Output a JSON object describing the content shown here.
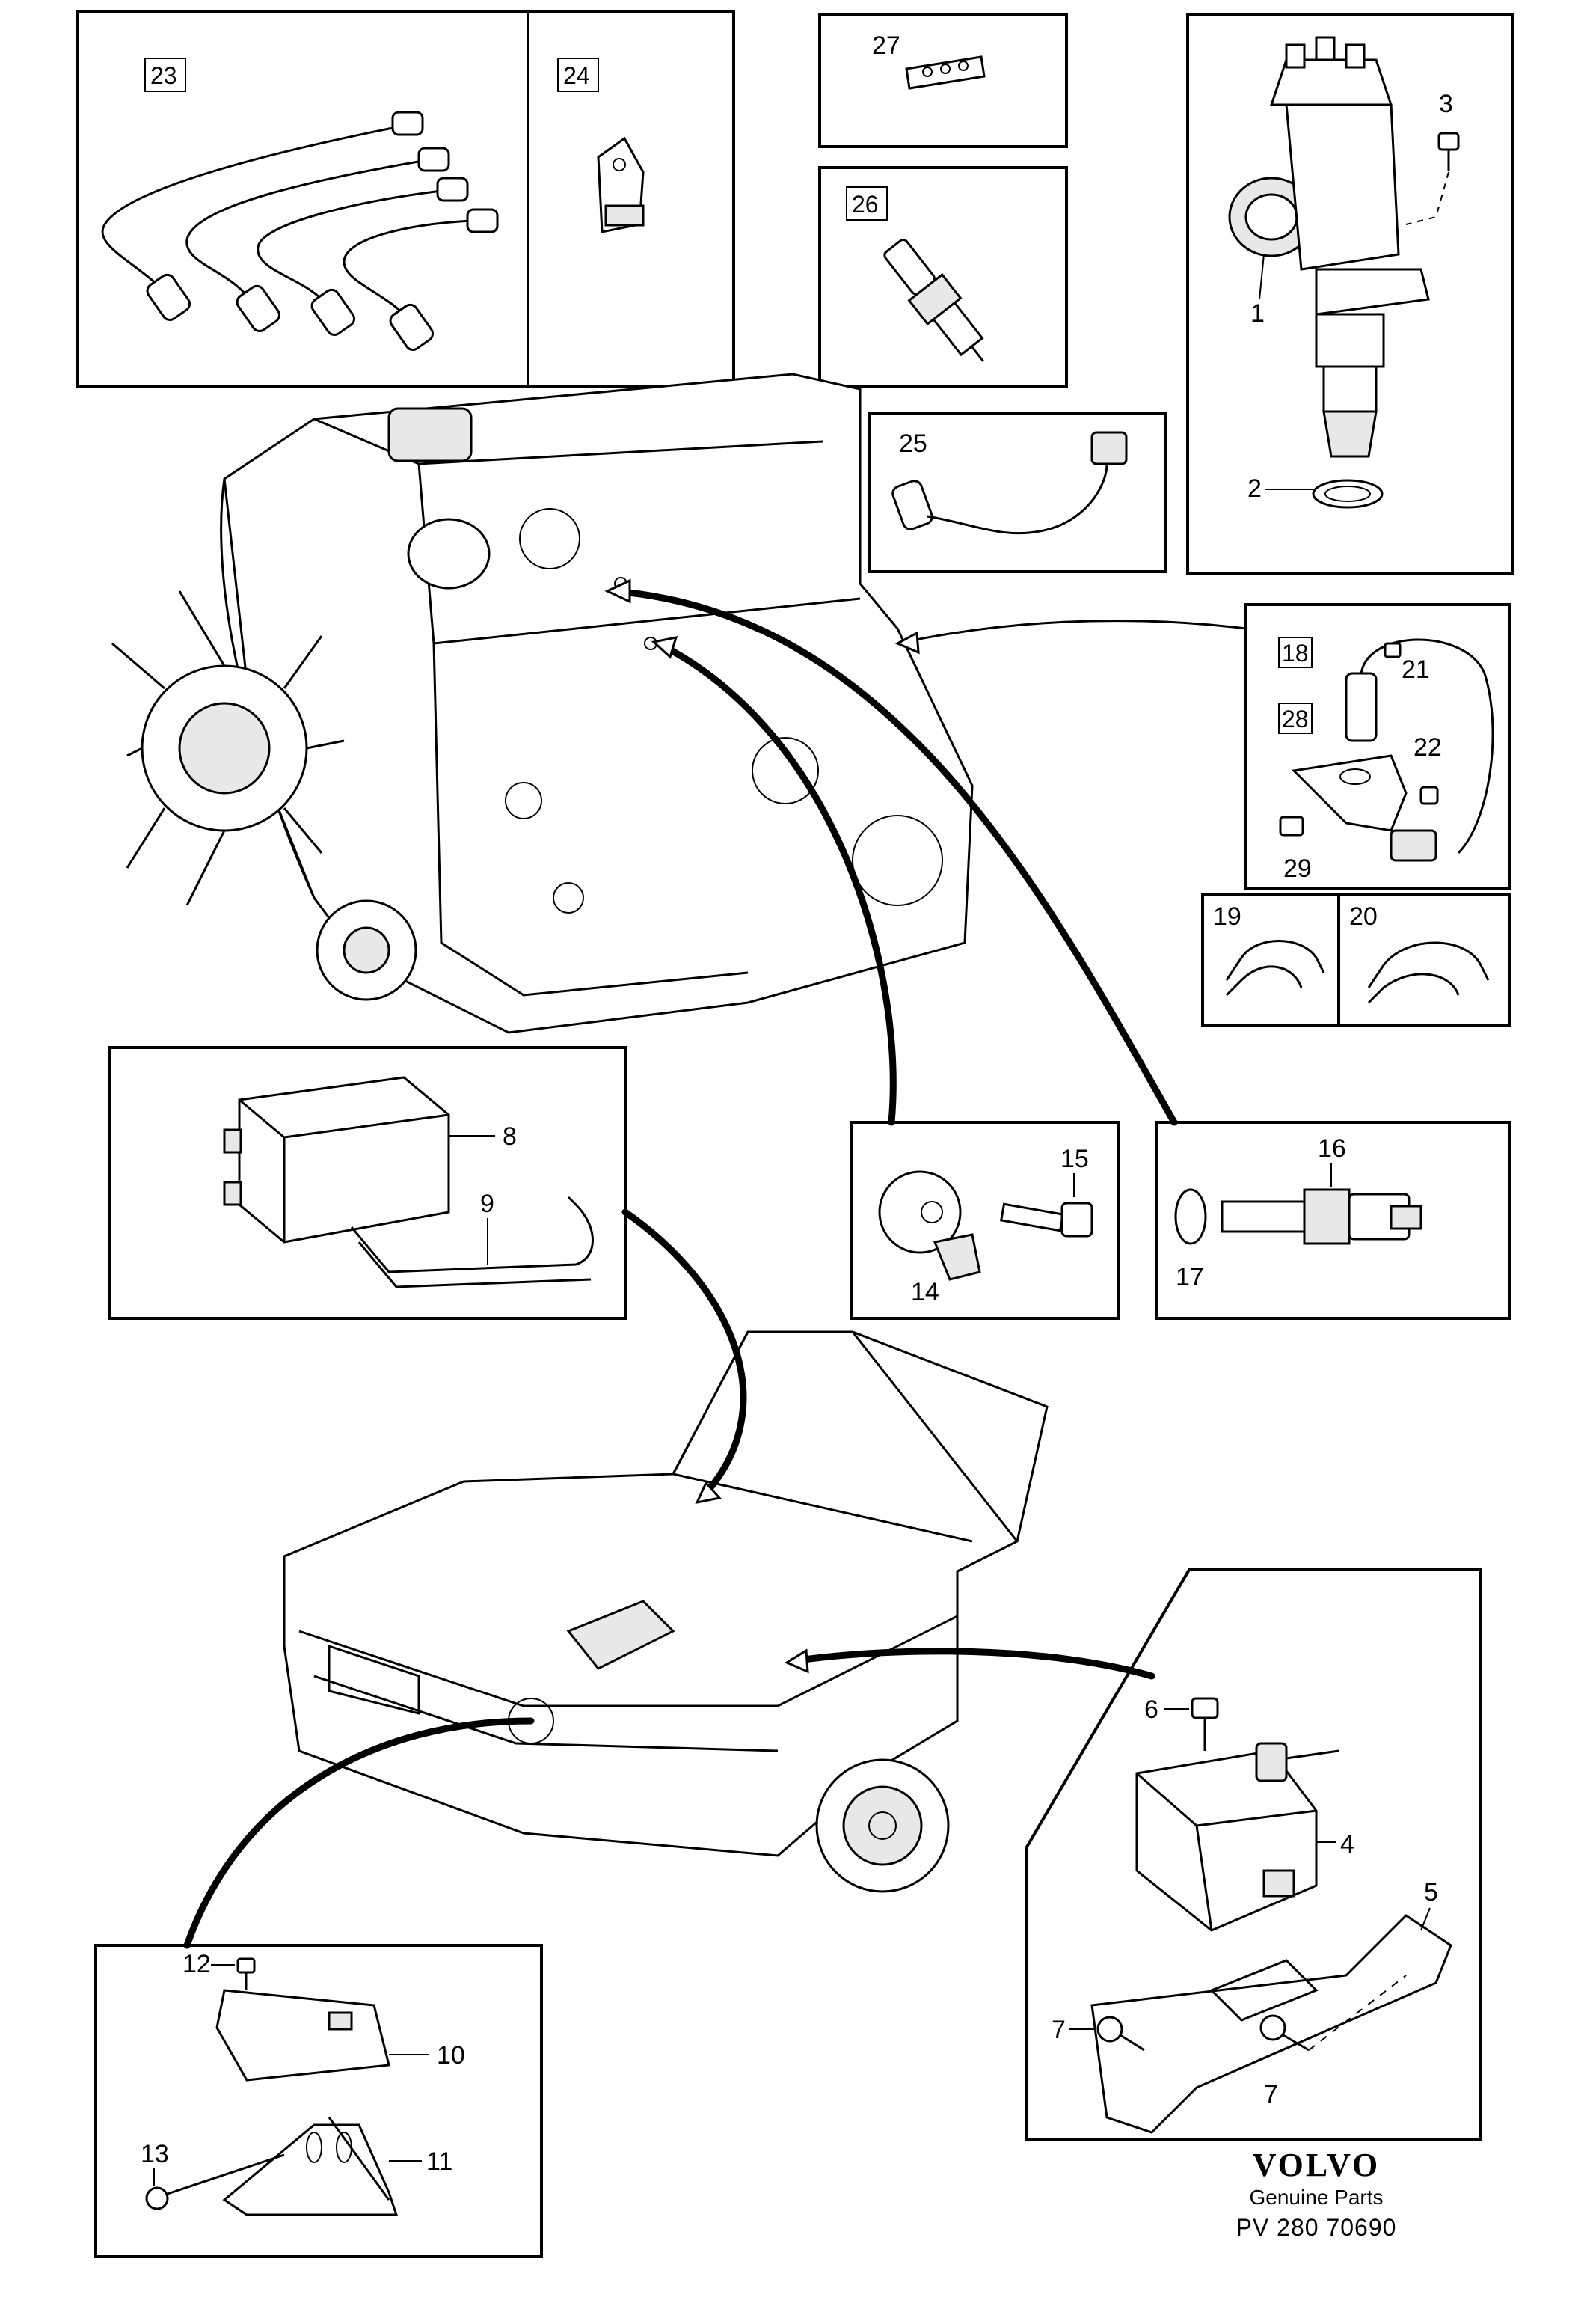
{
  "labels": {
    "n1": "1",
    "n2": "2",
    "n3": "3",
    "n4": "4",
    "n5": "5",
    "n6": "6",
    "n7a": "7",
    "n7b": "7",
    "n8": "8",
    "n9": "9",
    "n10": "10",
    "n11": "11",
    "n12": "12",
    "n13": "13",
    "n14": "14",
    "n15": "15",
    "n16": "16",
    "n17": "17",
    "n18": "18",
    "n19": "19",
    "n20": "20",
    "n21": "21",
    "n22": "22",
    "n23": "23",
    "n24": "24",
    "n25": "25",
    "n26": "26",
    "n27": "27",
    "n28": "28",
    "n29": "29"
  },
  "footer": {
    "brand": "VOLVO",
    "subtitle": "Genuine Parts",
    "code": "PV 280 70690"
  }
}
